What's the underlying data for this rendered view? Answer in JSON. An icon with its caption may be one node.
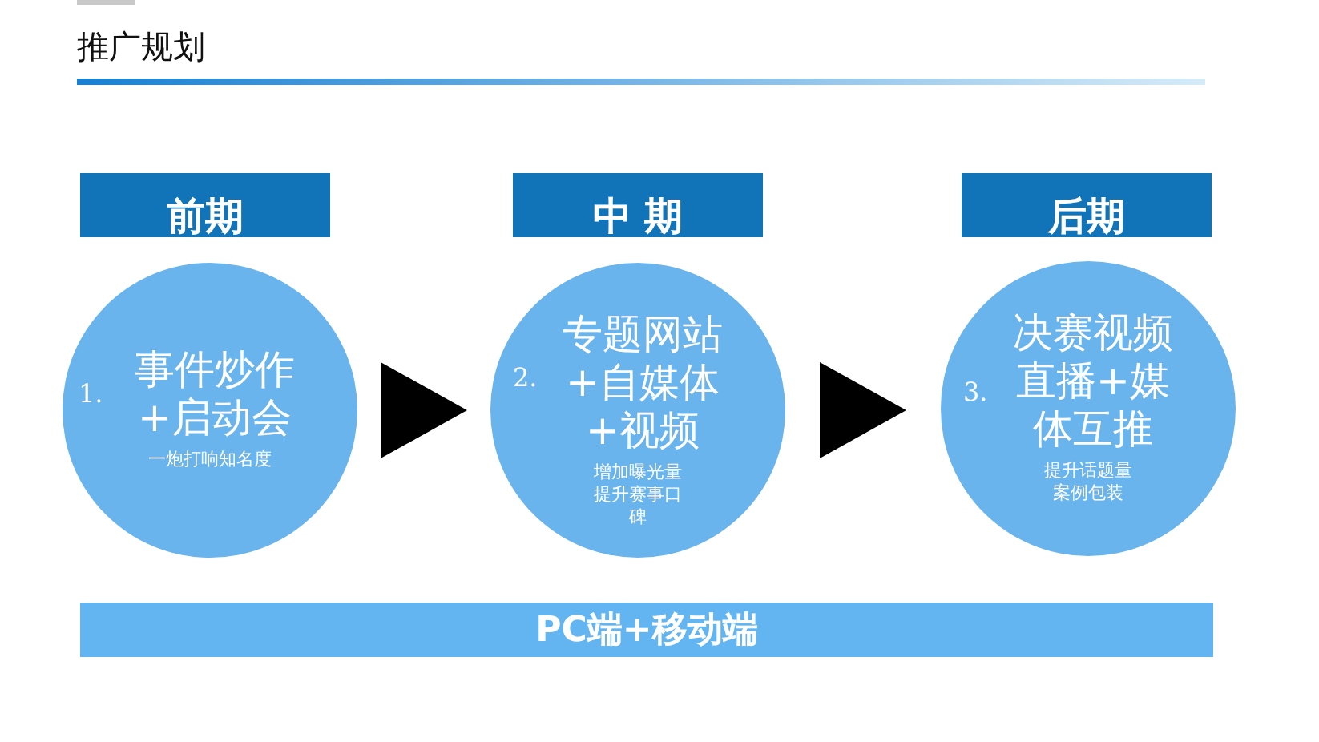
{
  "diagram": {
    "title": "推广规划",
    "nodes": [
      {
        "text": [
          "前期"
        ]
      },
      {
        "text": [
          "1.",
          "事件炒作+启动会",
          "一炮打响知名度"
        ]
      },
      {
        "text": [
          "中 期"
        ]
      },
      {
        "text": [
          "2.",
          "专题网站+自媒体+视频",
          "增加曝光量提升赛事口碑"
        ]
      },
      {
        "text": [
          "后期"
        ]
      },
      {
        "text": [
          "3.",
          "决赛视频直播+媒体互推",
          "提升话题量案例包装"
        ]
      },
      {
        "text": [
          "PC端+移动端"
        ]
      }
    ],
    "edges": [
      {
        "from": 1,
        "to": 3,
        "arrow": "to"
      },
      {
        "from": 3,
        "to": 5,
        "arrow": "to"
      }
    ]
  }
}
